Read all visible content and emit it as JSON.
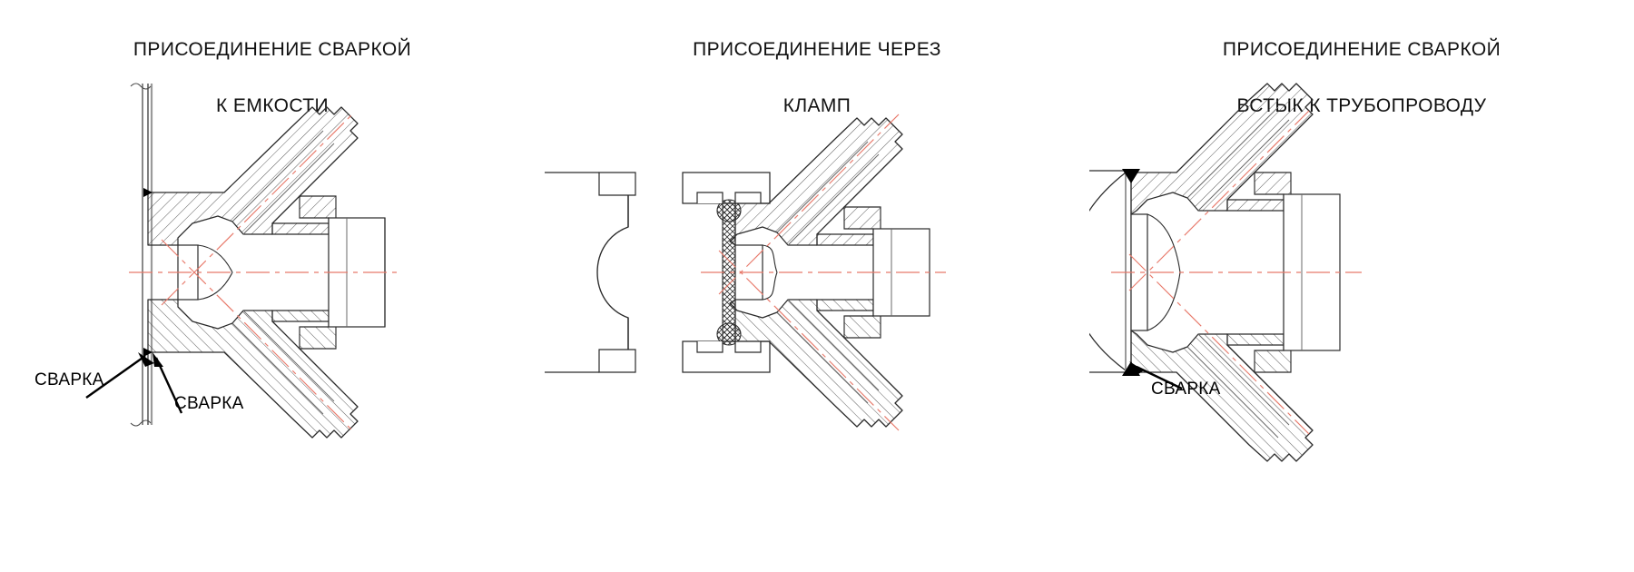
{
  "document": {
    "kind": "engineering-drawing",
    "language": "ru",
    "background_color": "#ffffff",
    "line_color": "#1a1a1a",
    "centerline_color": "#e8796a",
    "weld_marker_color": "#000000",
    "text_color": "#111111"
  },
  "panels": [
    {
      "id": "weld-to-vessel",
      "title_line1": "ПРИСОЕДИНЕНИЕ СВАРКОЙ",
      "title_line2": "К ЕМКОСТИ",
      "labels": [
        {
          "id": "weld-left",
          "text": "СВАРКА"
        },
        {
          "id": "weld-right",
          "text": "СВАРКА"
        }
      ],
      "features": {
        "wall": "vessel-wall",
        "joint": "fillet-weld",
        "centerlines": [
          "axial",
          "branch-upper",
          "branch-lower"
        ]
      }
    },
    {
      "id": "clamp-connection",
      "title_line1": "ПРИСОЕДИНЕНИЕ ЧЕРЕЗ",
      "title_line2": "КЛАМП",
      "labels": [],
      "features": {
        "wall": "vessel-wall-with-clamp-ferrule",
        "joint": "tri-clamp-gasket",
        "centerlines": [
          "axial",
          "branch-upper",
          "branch-lower"
        ]
      }
    },
    {
      "id": "butt-weld-to-pipeline",
      "title_line1": "ПРИСОЕДИНЕНИЕ СВАРКОЙ",
      "title_line2": "ВСТЫК К ТРУБОПРОВОДУ",
      "labels": [
        {
          "id": "weld-butt",
          "text": "СВАРКА"
        }
      ],
      "features": {
        "wall": "pipeline-wall",
        "joint": "butt-weld",
        "centerlines": [
          "axial",
          "branch-upper",
          "branch-lower"
        ]
      }
    }
  ]
}
